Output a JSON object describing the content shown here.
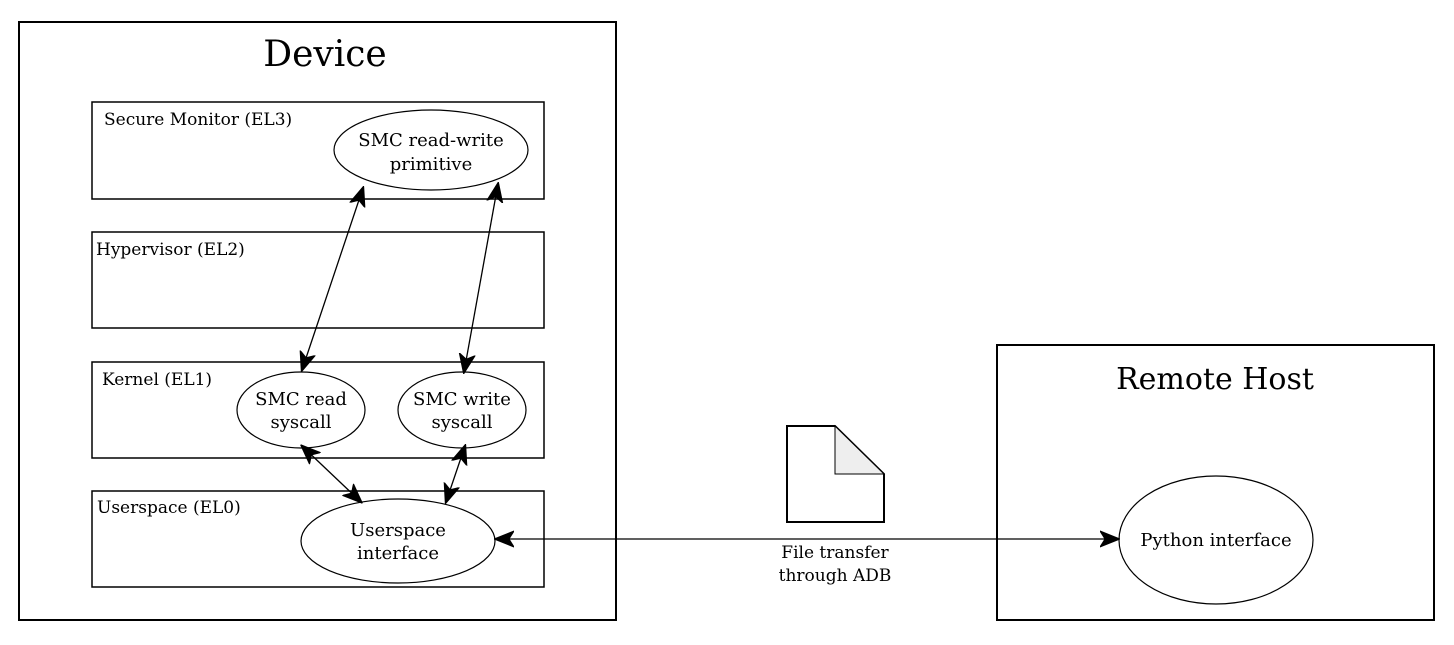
{
  "device": {
    "title": "Device",
    "layers": [
      {
        "id": "el3",
        "label": "Secure Monitor (EL3)"
      },
      {
        "id": "el2",
        "label": "Hypervisor (EL2)"
      },
      {
        "id": "el1",
        "label": "Kernel (EL1)"
      },
      {
        "id": "el0",
        "label": "Userspace (EL0)"
      }
    ],
    "nodes": {
      "smc_primitive": {
        "line1": "SMC read-write",
        "line2": "primitive"
      },
      "smc_read": {
        "line1": "SMC read",
        "line2": "syscall"
      },
      "smc_write": {
        "line1": "SMC write",
        "line2": "syscall"
      },
      "userspace_iface": {
        "line1": "Userspace",
        "line2": "interface"
      }
    }
  },
  "remote_host": {
    "title": "Remote Host",
    "nodes": {
      "python_iface": {
        "label": "Python interface"
      }
    }
  },
  "transfer": {
    "icon": "file-icon",
    "label_line1": "File transfer",
    "label_line2": "through ADB"
  },
  "edges": [
    {
      "from": "smc_primitive",
      "to": "smc_read",
      "direction": "both"
    },
    {
      "from": "smc_primitive",
      "to": "smc_write",
      "direction": "both"
    },
    {
      "from": "smc_read",
      "to": "userspace_iface",
      "direction": "both"
    },
    {
      "from": "smc_write",
      "to": "userspace_iface",
      "direction": "both"
    },
    {
      "from": "userspace_iface",
      "to": "python_iface",
      "direction": "both"
    }
  ]
}
